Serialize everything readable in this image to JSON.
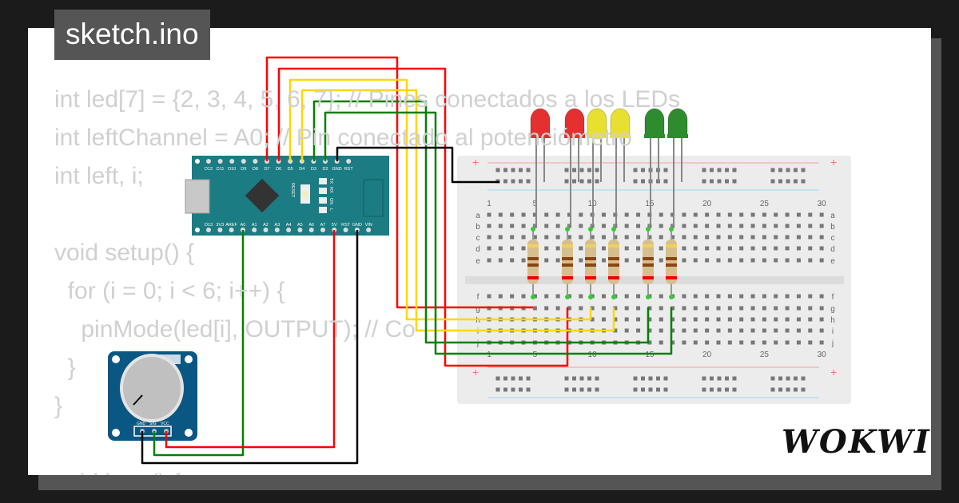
{
  "title": "sketch.ino",
  "code_lines": [
    "int led[7] = {2, 3, 4, 5, 6, 7}; // Pines conectados a los LEDs",
    "int leftChannel = A0; // Pin conectado al potenciómetro",
    "int left, i;",
    "",
    "void setup() {",
    "  for (i = 0; i < 6; i++) {",
    "    pinMode(led[i], OUTPUT); // Co",
    "  }",
    "}",
    "",
    "void loop() {"
  ],
  "logo": "WOKWI",
  "arduino": {
    "top_pins": [
      "D12",
      "D11",
      "D10",
      "D9",
      "D8",
      "D7",
      "D6",
      "D5",
      "D4",
      "D3",
      "D2",
      "GND",
      "RST"
    ],
    "bottom_pins": [
      "D13",
      "3V3",
      "AREF",
      "A0",
      "A1",
      "A2",
      "A3",
      "A4",
      "A5",
      "A6",
      "A7",
      "5V",
      "RST",
      "GND",
      "VIN"
    ],
    "reset_label": "RESET",
    "led_labels": [
      "TX",
      "RX",
      "ON",
      "L"
    ],
    "color": "#1b7c83"
  },
  "potentiometer": {
    "pins": [
      "GND",
      "SIG",
      "VCC"
    ],
    "color": "#0a5783"
  },
  "breadboard": {
    "row_letters_top": [
      "a",
      "b",
      "c",
      "d",
      "e"
    ],
    "row_letters_bottom": [
      "f",
      "g",
      "h",
      "i",
      "j"
    ],
    "column_numbers": [
      "1",
      "5",
      "10",
      "15",
      "20",
      "25",
      "30"
    ],
    "plus": "+",
    "minus": "-"
  },
  "leds": [
    {
      "color": "#e53030"
    },
    {
      "color": "#e53030"
    },
    {
      "color": "#e8e030"
    },
    {
      "color": "#e8e030"
    },
    {
      "color": "#2e8b2e"
    },
    {
      "color": "#2e8b2e"
    }
  ],
  "wire_colors": {
    "red": "#ff0000",
    "yellow": "#ffd700",
    "green": "#008000",
    "black": "#000000"
  }
}
